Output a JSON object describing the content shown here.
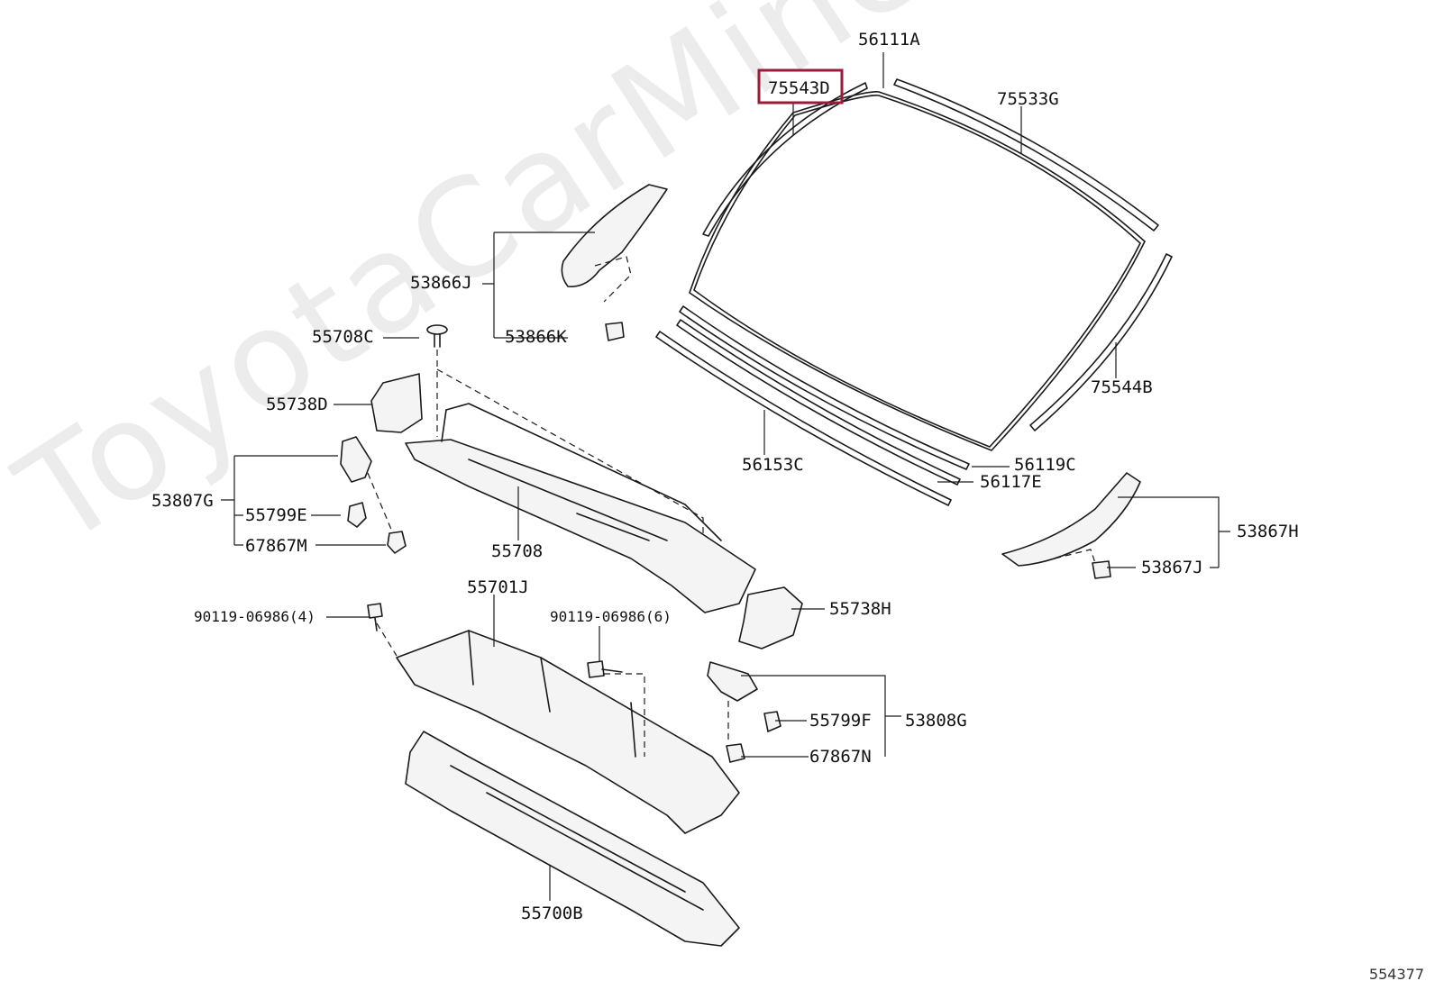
{
  "watermark": "ToyotaCarMine.ru",
  "diagram_ref": "554377",
  "highlight_color": "#9b1c3a",
  "labels": {
    "p56111A": "56111A",
    "p75543D": "75543D",
    "p75533G": "75533G",
    "p53866J": "53866J",
    "p53866K": "53866K",
    "p55708C": "55708C",
    "p55738D": "55738D",
    "p75544B": "75544B",
    "p53807G": "53807G",
    "p55799E": "55799E",
    "p67867M": "67867M",
    "p56153C": "56153C",
    "p56119C": "56119C",
    "p56117E": "56117E",
    "p55708": "55708",
    "p53867H": "53867H",
    "p53867J": "53867J",
    "p55701J": "55701J",
    "p90119a": "90119-06986(4)",
    "p90119b": "90119-06986(6)",
    "p55738H": "55738H",
    "p55799F": "55799F",
    "p53808G": "53808G",
    "p67867N": "67867N",
    "p55700B": "55700B"
  }
}
